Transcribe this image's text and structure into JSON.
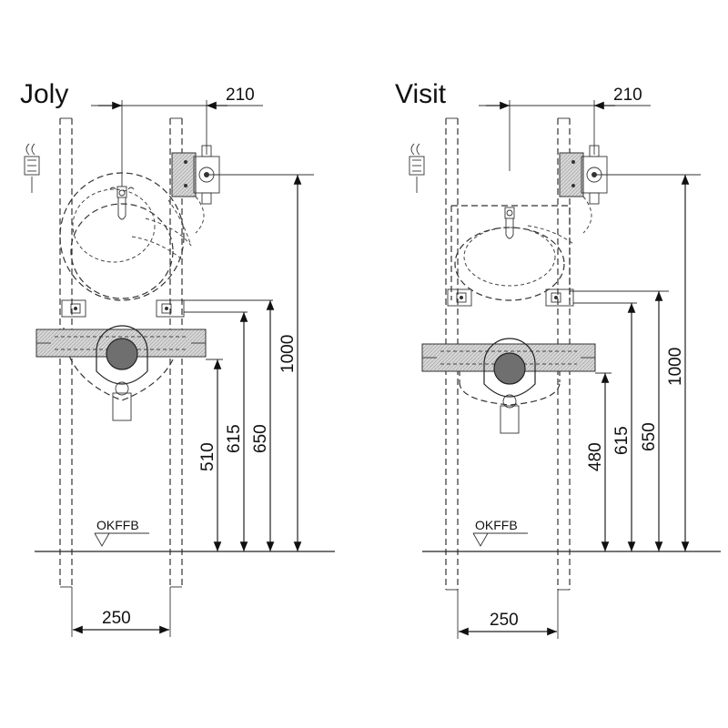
{
  "panels": [
    {
      "title": "Joly",
      "top_offset_label": "210",
      "width_label": "250",
      "floor_label": "OKFFB",
      "heights": [
        {
          "label": "510"
        },
        {
          "label": "615"
        },
        {
          "label": "650"
        },
        {
          "label": "1000"
        }
      ]
    },
    {
      "title": "Visit",
      "top_offset_label": "210",
      "width_label": "250",
      "floor_label": "OKFFB",
      "heights": [
        {
          "label": "480"
        },
        {
          "label": "615"
        },
        {
          "label": "650"
        },
        {
          "label": "1000"
        }
      ]
    }
  ],
  "colors": {
    "line": "#222222",
    "frame_fill": "#cfcfcf",
    "outlet": "#6f6f6f",
    "background": "#ffffff"
  }
}
